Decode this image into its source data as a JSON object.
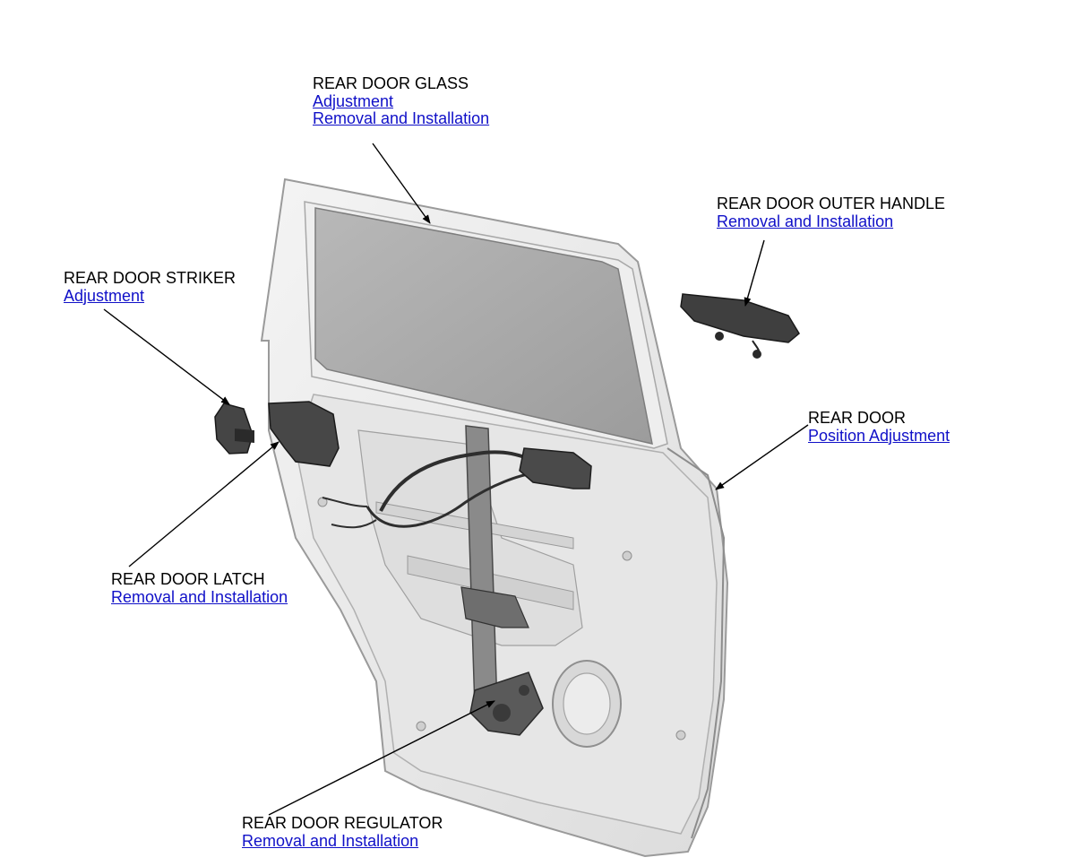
{
  "callouts": {
    "glass": {
      "title": "REAR DOOR GLASS",
      "links": [
        "Adjustment",
        "Removal and Installation"
      ]
    },
    "outer_handle": {
      "title": "REAR DOOR OUTER HANDLE",
      "links": [
        "Removal and Installation"
      ]
    },
    "striker": {
      "title": "REAR DOOR STRIKER",
      "links": [
        "Adjustment"
      ]
    },
    "door": {
      "title": "REAR DOOR",
      "links": [
        "Position Adjustment"
      ]
    },
    "latch": {
      "title": "REAR DOOR LATCH",
      "links": [
        "Removal and Installation"
      ]
    },
    "regulator": {
      "title": "REAR DOOR REGULATOR",
      "links": [
        "Removal and Installation"
      ]
    }
  },
  "colors": {
    "link": "#1010c8",
    "door_panel": "#e8e8e8",
    "door_outline": "#9a9a9a",
    "glass": "#a9a9a9",
    "dark_parts": "#3a3a3a"
  }
}
